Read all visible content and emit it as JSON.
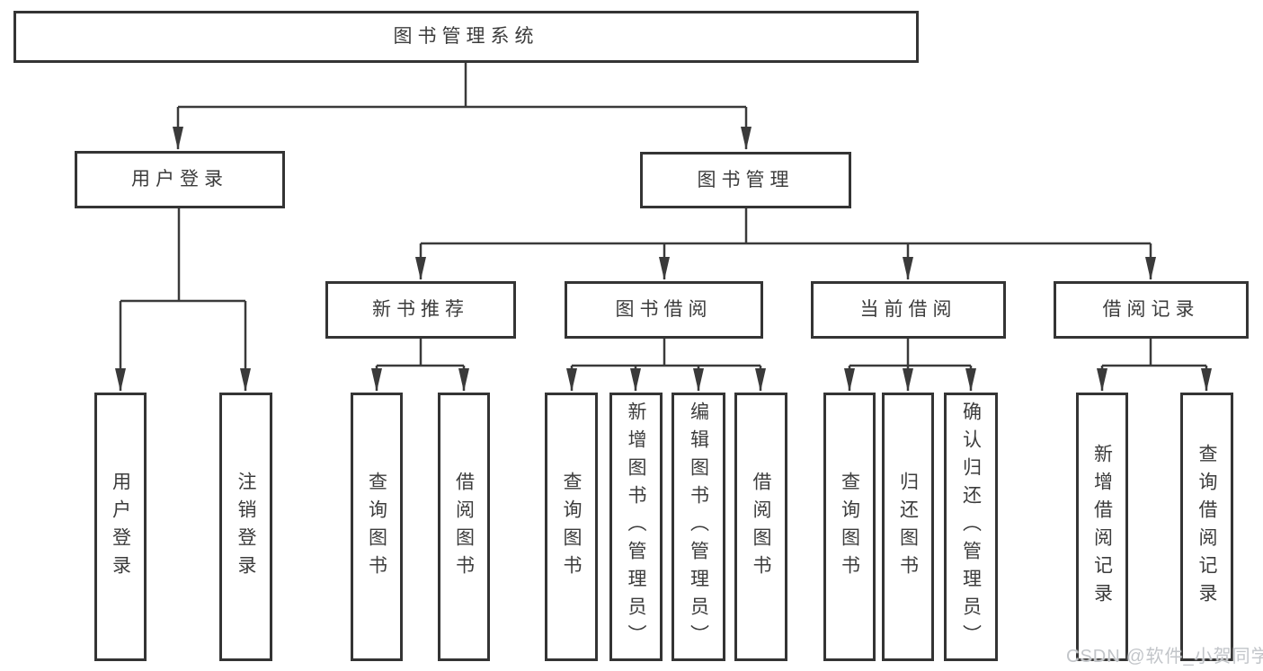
{
  "diagram": {
    "type": "hierarchy-tree",
    "title": "图书管理系统",
    "tree": {
      "label": "图书管理系统",
      "children": [
        {
          "label": "用户登录",
          "children": [
            {
              "label": "用户登录"
            },
            {
              "label": "注销登录"
            }
          ]
        },
        {
          "label": "图书管理",
          "children": [
            {
              "label": "新书推荐",
              "children": [
                {
                  "label": "查询图书"
                },
                {
                  "label": "借阅图书"
                }
              ]
            },
            {
              "label": "图书借阅",
              "children": [
                {
                  "label": "查询图书"
                },
                {
                  "label": "新增图书（管理员）"
                },
                {
                  "label": "编辑图书（管理员）"
                },
                {
                  "label": "借阅图书"
                }
              ]
            },
            {
              "label": "当前借阅",
              "children": [
                {
                  "label": "查询图书"
                },
                {
                  "label": "归还图书"
                },
                {
                  "label": "确认归还（管理员）"
                }
              ]
            },
            {
              "label": "借阅记录",
              "children": [
                {
                  "label": "新增借阅记录"
                },
                {
                  "label": "查询借阅记录"
                }
              ]
            }
          ]
        }
      ]
    }
  },
  "nodes": [
    {
      "id": "system",
      "label": "图书管理系统",
      "level": 0,
      "parent": null
    },
    {
      "id": "user-login",
      "label": "用户登录",
      "level": 1,
      "parent": "system"
    },
    {
      "id": "book-management",
      "label": "图书管理",
      "level": 1,
      "parent": "system"
    },
    {
      "id": "new-book-recommend",
      "label": "新书推荐",
      "level": 2,
      "parent": "book-management"
    },
    {
      "id": "book-borrowing",
      "label": "图书借阅",
      "level": 2,
      "parent": "book-management"
    },
    {
      "id": "current-borrowing",
      "label": "当前借阅",
      "level": 2,
      "parent": "book-management"
    },
    {
      "id": "borrowing-records",
      "label": "借阅记录",
      "level": 2,
      "parent": "book-management"
    },
    {
      "id": "user-login-action",
      "label": "用户登录",
      "level": 2,
      "parent": "user-login"
    },
    {
      "id": "logout-action",
      "label": "注销登录",
      "level": 2,
      "parent": "user-login"
    },
    {
      "id": "query-books-1",
      "label": "查询图书",
      "level": 3,
      "parent": "new-book-recommend"
    },
    {
      "id": "borrow-books-1",
      "label": "借阅图书",
      "level": 3,
      "parent": "new-book-recommend"
    },
    {
      "id": "query-books-2",
      "label": "查询图书",
      "level": 3,
      "parent": "book-borrowing"
    },
    {
      "id": "add-books-admin",
      "label": "新增图书（管理员）",
      "level": 3,
      "parent": "book-borrowing"
    },
    {
      "id": "edit-books-admin",
      "label": "编辑图书（管理员）",
      "level": 3,
      "parent": "book-borrowing"
    },
    {
      "id": "borrow-books-2",
      "label": "借阅图书",
      "level": 3,
      "parent": "book-borrowing"
    },
    {
      "id": "query-books-3",
      "label": "查询图书",
      "level": 3,
      "parent": "current-borrowing"
    },
    {
      "id": "return-books",
      "label": "归还图书",
      "level": 3,
      "parent": "current-borrowing"
    },
    {
      "id": "confirm-return-admin",
      "label": "确认归还（管理员）",
      "level": 3,
      "parent": "current-borrowing"
    },
    {
      "id": "add-borrow-record",
      "label": "新增借阅记录",
      "level": 3,
      "parent": "borrowing-records"
    },
    {
      "id": "query-borrow-record",
      "label": "查询借阅记录",
      "level": 3,
      "parent": "borrowing-records"
    }
  ],
  "watermark": {
    "text": "CSDN @软件_小贺同学"
  },
  "colors": {
    "background": "#ffffff",
    "node_fill": "#ffffff",
    "stroke": "#3a3a3a",
    "text": "#3c3c3c",
    "watermark": "#c2c5c9"
  }
}
